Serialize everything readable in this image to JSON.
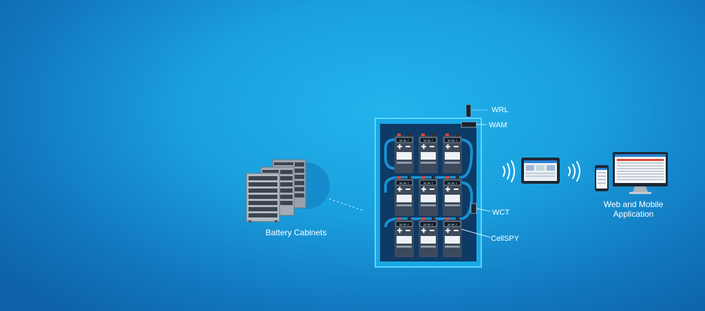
{
  "labels": {
    "battery_cabinets": "Battery Cabinets",
    "wrl": "WRL",
    "wam": "WAM",
    "wct": "WCT",
    "cellspy": "CellSPY",
    "app_line1": "Web and Mobile",
    "app_line2": "Application"
  },
  "battery_tag": "00:00 V",
  "colors": {
    "frame": "#19a9e5",
    "frame_border": "#5ed6ff",
    "rack": "#0d3a66",
    "battery": "#3d4a5c",
    "cable": "#1b8fd0"
  }
}
